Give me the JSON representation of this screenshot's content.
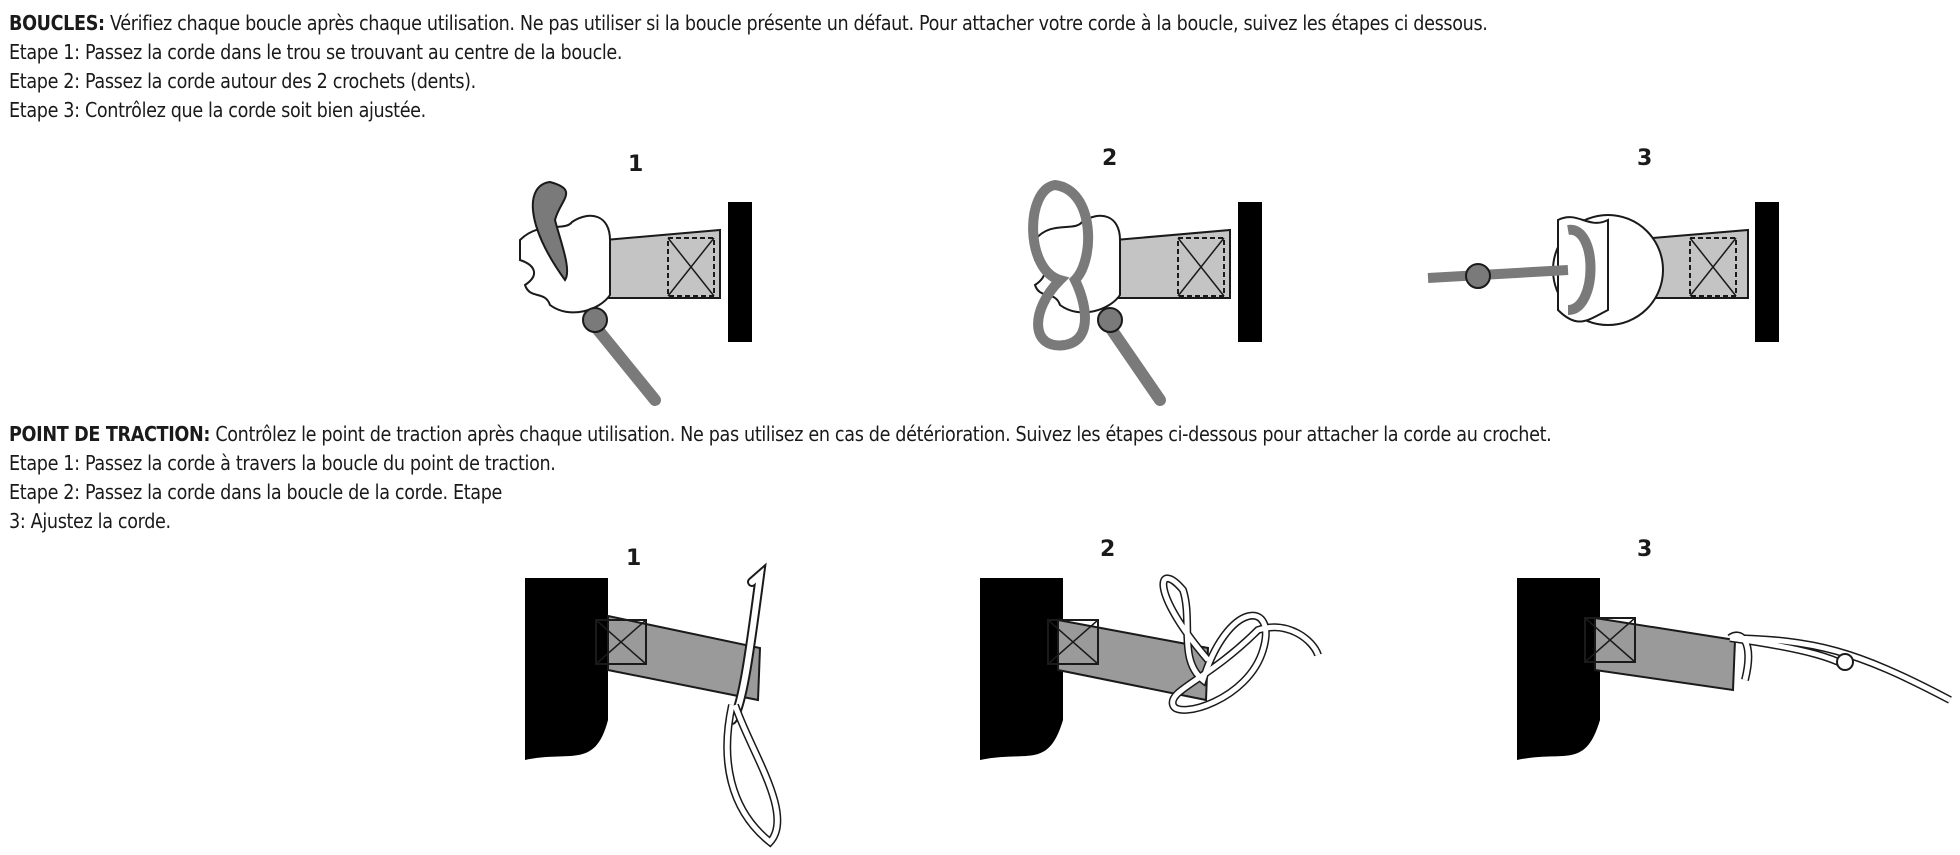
{
  "boucles": {
    "heading": "BOUCLES:",
    "intro": " Vérifiez chaque boucle après chaque utilisation. Ne pas utiliser si la boucle présente un défaut. Pour attacher votre corde à la boucle, suivez les étapes ci dessous.",
    "steps": [
      "Etape 1: Passez la corde dans le trou se trouvant au centre de la boucle.",
      "Etape 2: Passez la corde autour des 2 crochets (dents).",
      "Etape 3: Contrôlez que la corde soit bien ajustée."
    ],
    "figure_labels": [
      "1",
      "2",
      "3"
    ]
  },
  "traction": {
    "heading": "POINT DE TRACTION:",
    "intro": " Contrôlez  le point de traction après chaque utilisation. Ne pas utilisez en cas de détérioration. Suivez les étapes ci-dessous pour attacher  la corde au crochet.",
    "steps": [
      "Etape 1: Passez la corde à travers la boucle du point de traction.",
      "Etape 2: Passez la corde dans la boucle de la corde. Etape",
      "3: Ajustez la corde."
    ],
    "figure_labels": [
      "1",
      "2",
      "3"
    ]
  },
  "colors": {
    "text": "#1a1a1a",
    "strap": "#b9b9b9",
    "rope_dark": "#7a7a7a",
    "hull": "#000000"
  }
}
